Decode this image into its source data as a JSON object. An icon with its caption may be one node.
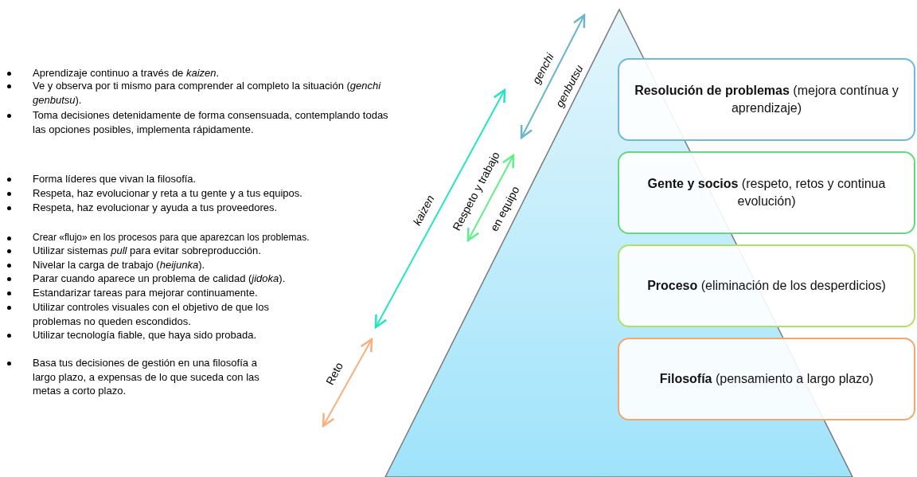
{
  "diagram": {
    "nodes": [
      {
        "text": [
          "**Resolución de problemas** (mejora contínua y aprendizaje)"
        ]
      },
      {
        "text": [
          "**Gente y socios** (respeto, retos y continua evolución)"
        ]
      },
      {
        "text": [
          "**Proceso** (eliminación de los desperdicios)"
        ]
      },
      {
        "text": [
          "**Filosofía** (pensamiento a largo plazo)"
        ]
      }
    ],
    "labels": [
      "Aprendizaje continuo a través de *kaizen*.",
      "Ve y observa por ti mismo para comprender al completo la situación (*genchi genbutsu*).",
      "Toma decisiones detenidamente de forma consensuada, contemplando todas las opciones posibles, implementa rápidamente.",
      "Forma líderes que vivan la filosofía.",
      "Respeta, haz evolucionar y reta a tu gente y a tus equipos.",
      "Respeta, haz evolucionar y ayuda a tus proveedores.",
      "Crear «flujo» en los procesos para que aparezcan los problemas.",
      "Utilizar sistemas *pull* para evitar sobreproducción.",
      "Nivelar la carga de trabajo (*heijunka*).",
      "Parar cuando aparece un problema de calidad (*jidoka*).",
      "Estandarizar tareas para mejorar continuamente.",
      "Utilizar controles visuales con el objetivo de que los problemas no queden escondidos.",
      "Utilizar tecnología fiable, que haya sido probada.",
      "Basa tus decisiones de gestión en una filosofía a largo plazo, a expensas de lo que suceda con las metas a corto plazo.",
      "genchi",
      "genbutsu",
      "kaizen",
      "Respeto y trabajo",
      "en equipo",
      "Reto"
    ]
  }
}
